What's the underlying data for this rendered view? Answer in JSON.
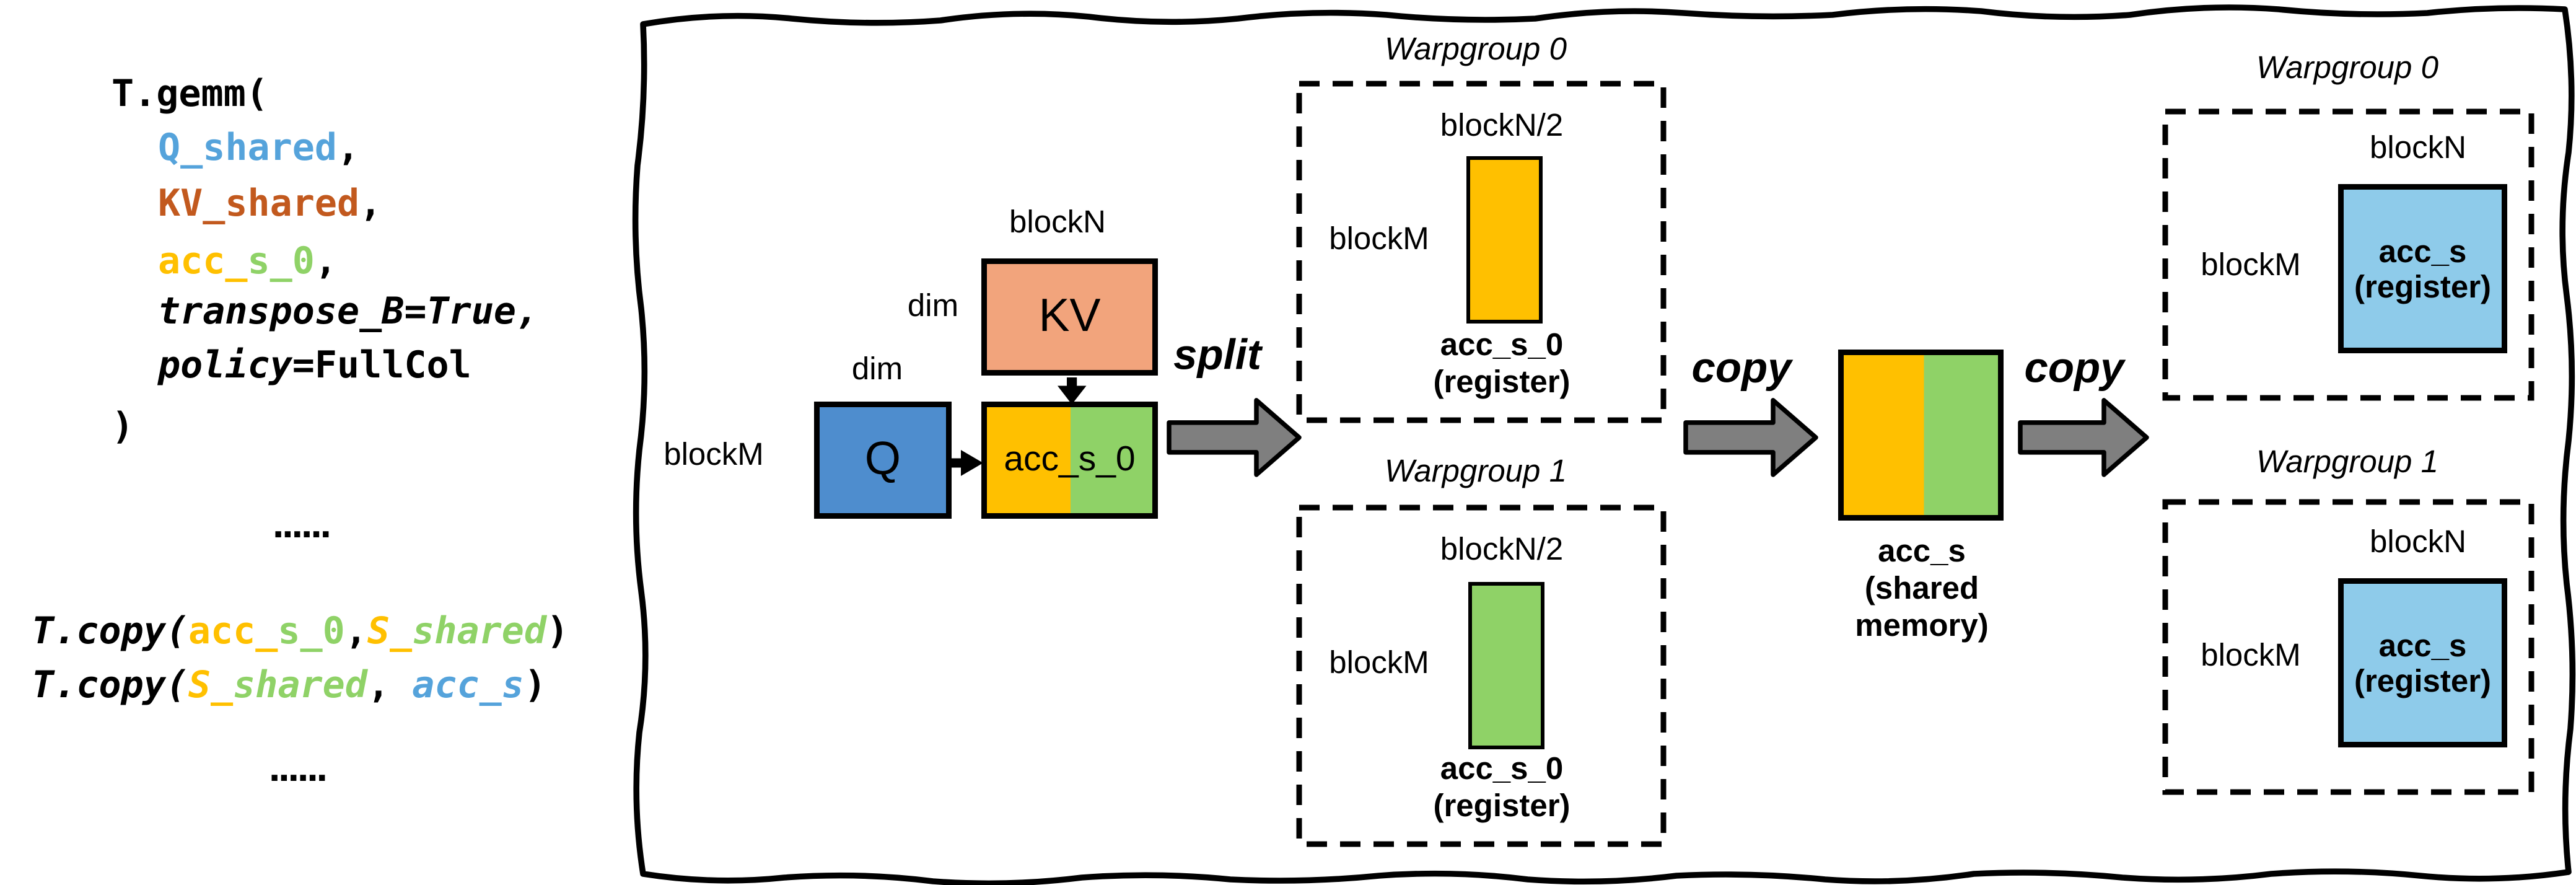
{
  "code": {
    "fn_gemm": "T.gemm(",
    "arg_q": "Q_shared",
    "arg_q_comma": ",",
    "arg_kv": "KV_shared",
    "arg_kv_comma": ",",
    "arg_acc_head": "acc_",
    "arg_acc_tail": "s_0",
    "arg_acc_comma": ",",
    "arg_transpose": "transpose_B=True,",
    "arg_policy_name": "policy",
    "arg_policy_value": "=FullCol",
    "close_paren": ")",
    "dots_top": "......",
    "copy1_fn": "T.copy(",
    "copy1_src_head": "acc_",
    "copy1_src_tail": "s_0",
    "copy1_comma": ",",
    "copy1_dst_head": "S_",
    "copy1_dst_tail": "shared",
    "copy1_close": ")",
    "copy2_fn": "T.copy(",
    "copy2_src_head": "S_",
    "copy2_src_tail": "shared",
    "copy2_comma": ", ",
    "copy2_dst": "acc_s",
    "copy2_close": ")",
    "dots_bottom": "......"
  },
  "diagram": {
    "split_label": "split",
    "copy_label_1": "copy",
    "copy_label_2": "copy",
    "gemm_group": {
      "block_n": "blockN",
      "dim_kv": "dim",
      "dim_q": "dim",
      "block_m": "blockM",
      "kv_label": "KV",
      "q_label": "Q",
      "acc_label": "acc_s_0"
    },
    "wg0_mid": {
      "title": "Warpgroup 0",
      "width_label": "blockN/2",
      "height_label": "blockM",
      "bar_name": "acc_s_0",
      "bar_kind": "(register)"
    },
    "wg1_mid": {
      "title": "Warpgroup 1",
      "width_label": "blockN/2",
      "height_label": "blockM",
      "bar_name": "acc_s_0",
      "bar_kind": "(register)"
    },
    "shared_box": {
      "name": "acc_s",
      "kind_line1": "(shared",
      "kind_line2": "memory)"
    },
    "wg0_right": {
      "title": "Warpgroup 0",
      "width_label": "blockN",
      "height_label": "blockM",
      "box_name": "acc_s",
      "box_kind": "(register)"
    },
    "wg1_right": {
      "title": "Warpgroup 1",
      "width_label": "blockN",
      "height_label": "blockM",
      "box_name": "acc_s",
      "box_kind": "(register)"
    }
  },
  "colors": {
    "gold": "#FFC000",
    "green": "#8FD267",
    "q_blue": "#4E8DCE",
    "kv_salmon": "#F2A47C",
    "register_blue": "#8ECBEA",
    "arrow_gray": "#7F7F7F",
    "code_blue": "#55A3DB",
    "code_rust": "#C2591E"
  }
}
